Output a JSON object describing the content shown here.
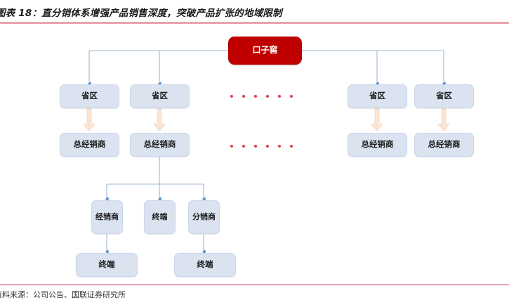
{
  "header": {
    "title": "图表 18：直分销体系增强产品销售深度，突破产品扩张的地域限制",
    "rule_color": "#e8a3ae"
  },
  "footer": {
    "source": "资料来源：公司公告、国联证券研究所"
  },
  "diagram": {
    "type": "org-chart",
    "root": {
      "label": "口子窖",
      "fill": "#c00000",
      "text_color": "#ffffff"
    },
    "node_fill": "#dbe3f1",
    "node_border": "#cdd7e9",
    "connector_color": "#9db7d6",
    "arrow_color": "#4a86c8",
    "peach_arrow_color": "#fae4d3",
    "dot_color": "#d9434f",
    "provinces": [
      {
        "label": "省区"
      },
      {
        "label": "省区"
      },
      {
        "label": "省区"
      },
      {
        "label": "省区"
      }
    ],
    "master_distributors": [
      {
        "label": "总经销商"
      },
      {
        "label": "总经销商"
      },
      {
        "label": "总经销商"
      },
      {
        "label": "总经销商"
      }
    ],
    "mid_level": [
      {
        "label": "经销商"
      },
      {
        "label": "终端"
      },
      {
        "label": "分销商"
      }
    ],
    "terminals": [
      {
        "label": "终端"
      },
      {
        "label": "终端"
      }
    ],
    "ellipsis_rows": [
      {
        "count": 6
      },
      {
        "count": 6
      }
    ]
  }
}
